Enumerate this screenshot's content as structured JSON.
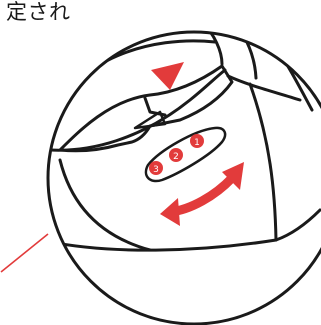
{
  "caption": {
    "text": "定され"
  },
  "markers": [
    "3",
    "2",
    "1"
  ],
  "colors": {
    "accent_red": "#e23b3b",
    "line": "#1a1a1a",
    "background": "#ffffff"
  },
  "icons": {
    "down_arrow": "triangle-down-icon",
    "rotate": "double-curved-arrow-icon"
  }
}
